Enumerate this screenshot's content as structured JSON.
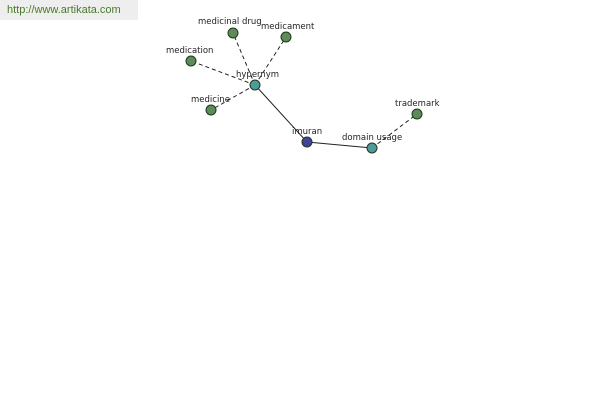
{
  "header": {
    "url": "http://www.artikata.com"
  },
  "colors": {
    "leaf": "#5b8c5a",
    "relation": "#4f9a9a",
    "root": "#404496"
  },
  "graph": {
    "nodes": [
      {
        "id": "imuran",
        "label": "imuran",
        "kind": "root"
      },
      {
        "id": "hypernym",
        "label": "hypernym",
        "kind": "relation"
      },
      {
        "id": "domain-usage",
        "label": "domain usage",
        "kind": "relation"
      },
      {
        "id": "medicinal-drug",
        "label": "medicinal drug",
        "kind": "leaf"
      },
      {
        "id": "medicament",
        "label": "medicament",
        "kind": "leaf"
      },
      {
        "id": "medication",
        "label": "medication",
        "kind": "leaf"
      },
      {
        "id": "medicine",
        "label": "medicine",
        "kind": "leaf"
      },
      {
        "id": "trademark",
        "label": "trademark",
        "kind": "leaf"
      }
    ],
    "edges": [
      {
        "from": "imuran",
        "to": "hypernym",
        "style": "solid"
      },
      {
        "from": "imuran",
        "to": "domain-usage",
        "style": "solid"
      },
      {
        "from": "hypernym",
        "to": "medicinal-drug",
        "style": "dashed"
      },
      {
        "from": "hypernym",
        "to": "medicament",
        "style": "dashed"
      },
      {
        "from": "hypernym",
        "to": "medication",
        "style": "dashed"
      },
      {
        "from": "hypernym",
        "to": "medicine",
        "style": "dashed"
      },
      {
        "from": "domain-usage",
        "to": "trademark",
        "style": "dashed"
      }
    ]
  }
}
